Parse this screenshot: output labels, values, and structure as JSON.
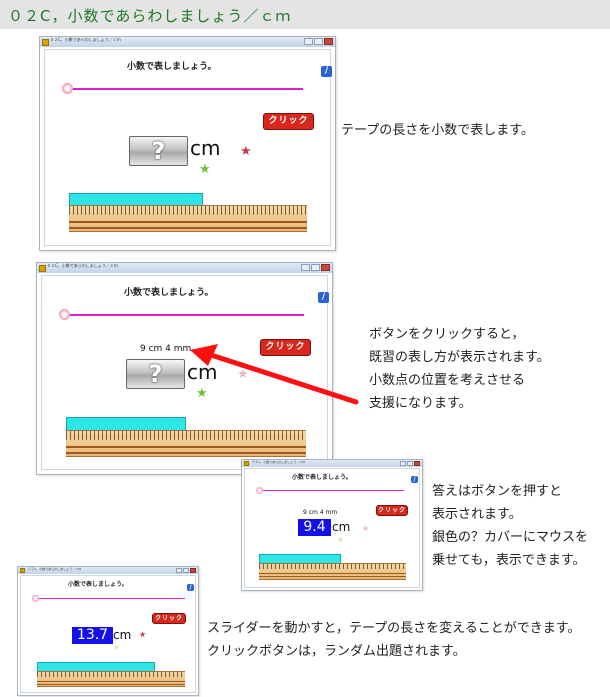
{
  "header": {
    "title": "０２C，小数であらわしましょう／ｃｍ"
  },
  "window_title": "０２C，小数であらわしましょう／ｃｍ",
  "app": {
    "title": "小数で表しましょう。",
    "click_label": "クリック",
    "cover_label": "?",
    "unit": "cm",
    "hint": "9 cm 4 mm"
  },
  "screens": {
    "s1": {},
    "s2": {},
    "s3": {
      "answer": "9.4"
    },
    "s4": {
      "answer": "13.7"
    }
  },
  "descriptions": {
    "d1": [
      "テープの長さを小数で表します。"
    ],
    "d2": [
      "ボタンをクリックすると，",
      "既習の表し方が表示されます。",
      "小数点の位置を考えさせる",
      "支援になります。"
    ],
    "d3": [
      "答えはボタンを押すと",
      "表示されます。",
      "銀色の？カバーにマウスを",
      "乗せても，表示できます。"
    ],
    "d4": [
      "スライダーを動かすと，テープの長さを変えることができます。",
      "クリックボタンは，ランダム出題されます。"
    ]
  },
  "colors": {
    "tape": "#2ee6e8",
    "slider_track": "#e020d0",
    "answer_bg": "#1410e8",
    "click_button": "#d8281e",
    "header_text": "#1d7a24"
  },
  "icons": [
    "window-icon",
    "pencil-icon",
    "flower-knob-icon",
    "star-icon"
  ]
}
